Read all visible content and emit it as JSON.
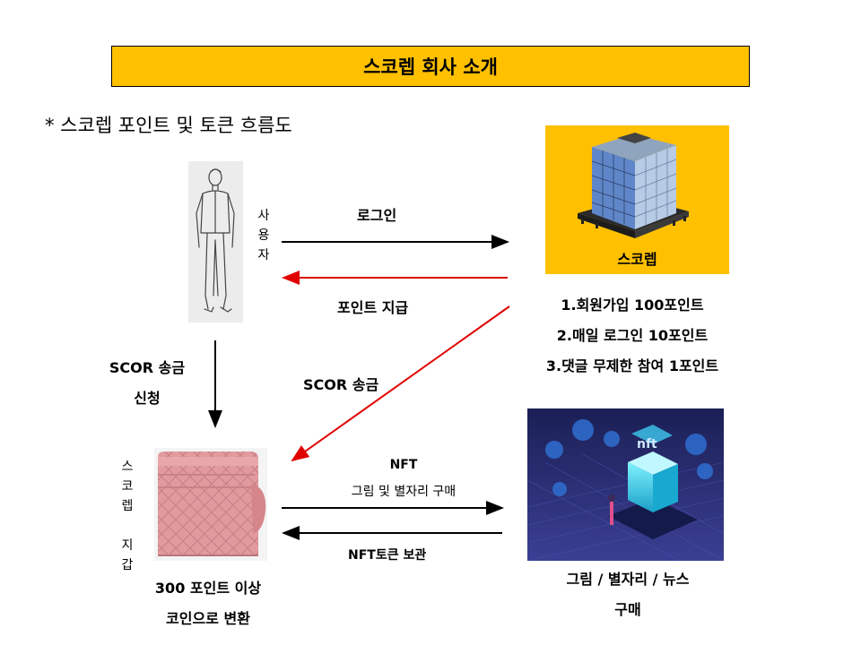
{
  "title": "스코렙 회사 소개",
  "subtitle": "* 스코렙 포인트 및 토큰 흐름도",
  "user": {
    "label": [
      "사",
      "용",
      "자"
    ]
  },
  "company": {
    "label": "스코렙"
  },
  "wallet": {
    "label": [
      "스",
      "코",
      "렙",
      "",
      "지",
      "갑"
    ]
  },
  "flows": {
    "login": "로그인",
    "point_grant": "포인트 지급",
    "scor_send_request": [
      "SCOR 송금",
      "신청"
    ],
    "scor_send": "SCOR 송금",
    "nft_purchase": [
      "NFT",
      "그림 및 별자리 구매"
    ],
    "nft_storage": "NFT토큰 보관"
  },
  "point_rules": [
    "1.회원가입 100포인트",
    "2.매일 로그인 10포인트",
    "3.댓글 무제한 참여 1포인트"
  ],
  "wallet_caption": [
    "300 포인트 이상",
    "코인으로 변환"
  ],
  "nft_caption": [
    "그림 / 별자리 / 뉴스",
    "구매"
  ],
  "colors": {
    "title_bg": "#ffc000",
    "company_bg": "#ffc000",
    "red_arrow": "#e00000",
    "black_arrow": "#000000",
    "wallet_pink": "#e0969a",
    "nft_bg": "#2a2f7a"
  }
}
